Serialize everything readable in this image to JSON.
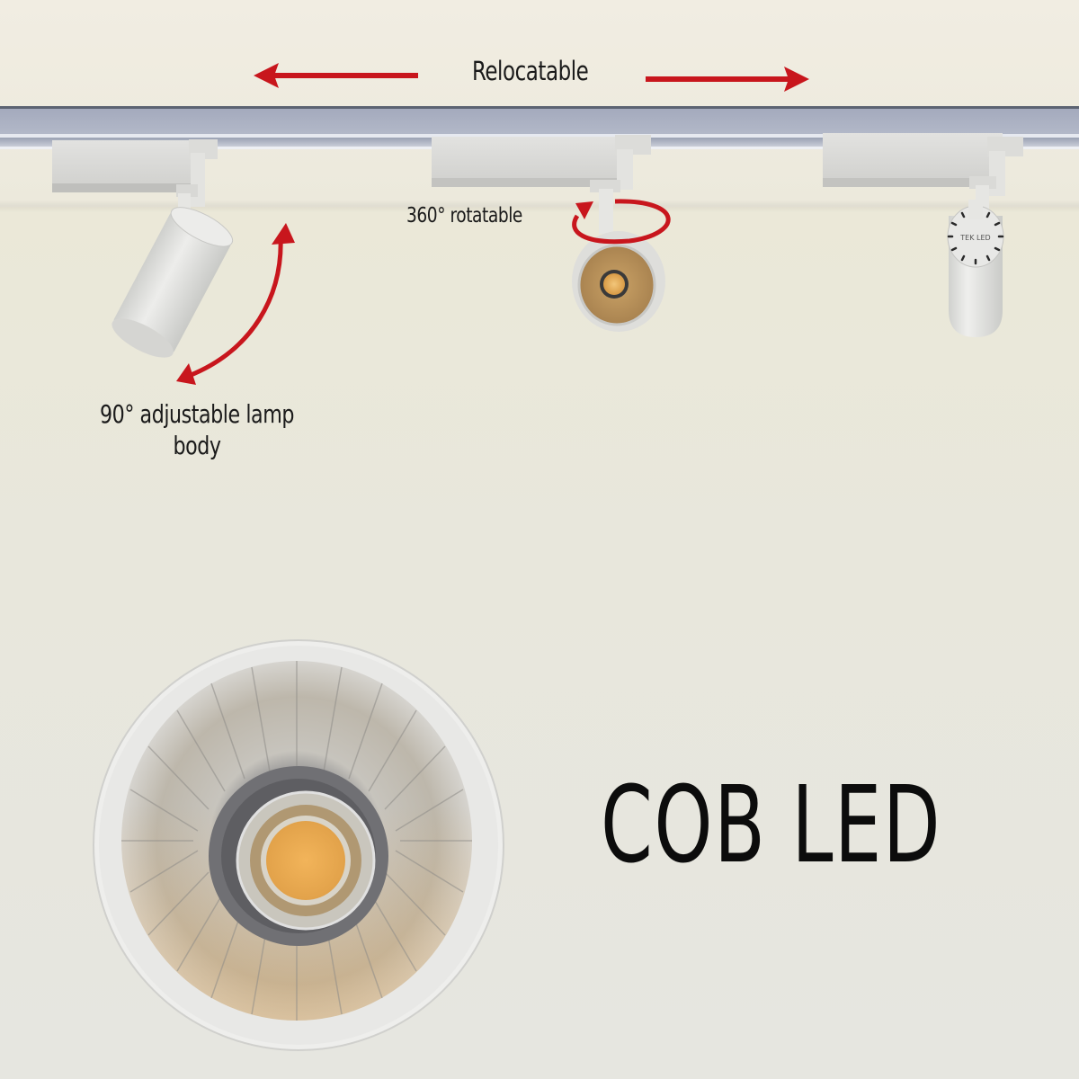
{
  "labels": {
    "relocatable": "Relocatable",
    "rotatable": "360° rotatable",
    "adjustable": "90° adjustable lamp body",
    "cob_led": "COB LED",
    "brand_mark": "TEK LED"
  },
  "colors": {
    "arrow_red": "#c8161d",
    "background": "#e9e7dd",
    "track_rail": "#a9afc0",
    "fixture_white": "#e4e4e2",
    "cob_chip": "#e3a650",
    "reflector_silver": "#b9bcc0",
    "text": "#111111"
  },
  "fixtures": [
    {
      "name": "track-spotlight-tilted",
      "feature": "90° adjustable lamp body"
    },
    {
      "name": "track-spotlight-rotating",
      "feature": "360° rotatable"
    },
    {
      "name": "track-spotlight-straight",
      "feature": "TEK LED"
    }
  ]
}
